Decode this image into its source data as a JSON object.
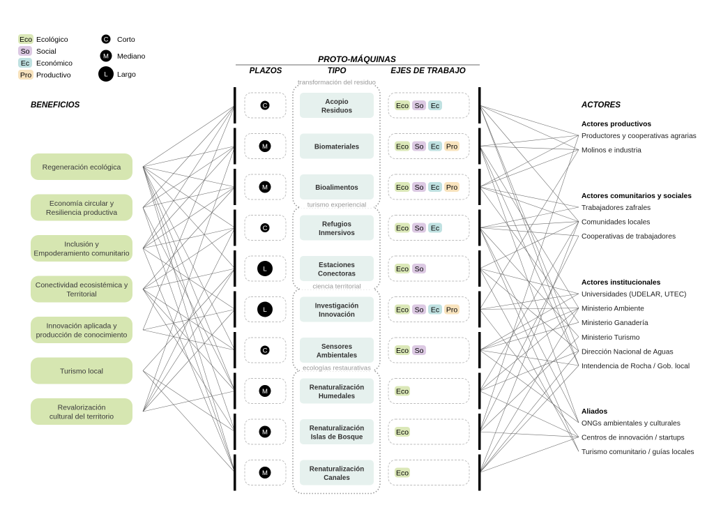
{
  "colors": {
    "eco": "#dbe8b8",
    "so": "#dcc9e3",
    "ec": "#bfe1e1",
    "pro": "#f8e3bd",
    "benefit_fill": "#d6e6b1",
    "tipo_fill": "#e6f1ee",
    "line": "#555555"
  },
  "legend": {
    "ejes": [
      {
        "code": "Eco",
        "label": "Ecológico"
      },
      {
        "code": "So",
        "label": "Social"
      },
      {
        "code": "Ec",
        "label": "Económico"
      },
      {
        "code": "Pro",
        "label": "Productivo"
      }
    ],
    "plazos": [
      {
        "code": "C",
        "label": "Corto"
      },
      {
        "code": "M",
        "label": "Mediano"
      },
      {
        "code": "L",
        "label": "Largo"
      }
    ]
  },
  "headers": {
    "proto": "PROTO-MÁQUINAS",
    "plazos": "PLAZOS",
    "tipo": "TIPO",
    "ejes": "EJES DE TRABAJO",
    "beneficios": "BENEFICIOS",
    "actores": "ACTORES"
  },
  "groups": [
    "transformación del residuo",
    "turismo experiencial",
    "ciencia territorial",
    "ecologías restaurativas"
  ],
  "beneficios": [
    [
      "Regeneración ecológica"
    ],
    [
      "Economía circular y",
      "Resiliencia productiva"
    ],
    [
      "Inclusión y",
      "Empoderamiento comunitario"
    ],
    [
      "Conectividad ecosistémica y",
      "Territorial"
    ],
    [
      "Innovación aplicada y",
      "producción de conocimiento"
    ],
    [
      "Turismo local"
    ],
    [
      "Revalorización",
      "cultural del territorio"
    ]
  ],
  "maquinas": [
    {
      "tipo": [
        "Acopio",
        "Residuos"
      ],
      "plazo": "C",
      "ejes": [
        "Eco",
        "So",
        "Ec"
      ]
    },
    {
      "tipo": [
        "Biomateriales"
      ],
      "plazo": "M",
      "ejes": [
        "Eco",
        "So",
        "Ec",
        "Pro"
      ]
    },
    {
      "tipo": [
        "Bioalimentos"
      ],
      "plazo": "M",
      "ejes": [
        "Eco",
        "So",
        "Ec",
        "Pro"
      ]
    },
    {
      "tipo": [
        "Refugios",
        "Inmersivos"
      ],
      "plazo": "C",
      "ejes": [
        "Eco",
        "So",
        "Ec"
      ]
    },
    {
      "tipo": [
        "Estaciones",
        "Conectoras"
      ],
      "plazo": "L",
      "ejes": [
        "Eco",
        "So"
      ]
    },
    {
      "tipo": [
        "Investigación",
        "Innovación"
      ],
      "plazo": "L",
      "ejes": [
        "Eco",
        "So",
        "Ec",
        "Pro"
      ]
    },
    {
      "tipo": [
        "Sensores",
        "Ambientales"
      ],
      "plazo": "C",
      "ejes": [
        "Eco",
        "So"
      ]
    },
    {
      "tipo": [
        "Renaturalización",
        "Humedales"
      ],
      "plazo": "M",
      "ejes": [
        "Eco"
      ]
    },
    {
      "tipo": [
        "Renaturalización",
        "Islas de Bosque"
      ],
      "plazo": "M",
      "ejes": [
        "Eco"
      ]
    },
    {
      "tipo": [
        "Renaturalización",
        "Canales"
      ],
      "plazo": "M",
      "ejes": [
        "Eco"
      ]
    }
  ],
  "actores": [
    {
      "title": "Actores productivos",
      "items": [
        "Productores y cooperativas agrarias",
        "Molinos e industria"
      ]
    },
    {
      "title": "Actores comunitarios y sociales",
      "items": [
        "Trabajadores zafrales",
        "Comunidades locales",
        "Cooperativas de trabajadores"
      ]
    },
    {
      "title": "Actores institucionales",
      "items": [
        "Universidades (UDELAR, UTEC)",
        "Ministerio Ambiente",
        "Ministerio Ganadería",
        "Ministerio Turismo",
        "Dirección Nacional de Aguas",
        "Intendencia de Rocha / Gob. local"
      ]
    },
    {
      "title": "Aliados",
      "items": [
        "ONGs ambientales y culturales",
        "Centros de innovación / startups",
        "Turismo comunitario / guías locales"
      ]
    }
  ],
  "links_left": [
    [
      0,
      0
    ],
    [
      1,
      0
    ],
    [
      2,
      0
    ],
    [
      4,
      0
    ],
    [
      0,
      1
    ],
    [
      1,
      1
    ],
    [
      2,
      1
    ],
    [
      6,
      1
    ],
    [
      0,
      2
    ],
    [
      1,
      2
    ],
    [
      2,
      2
    ],
    [
      3,
      2
    ],
    [
      0,
      3
    ],
    [
      2,
      3
    ],
    [
      3,
      3
    ],
    [
      6,
      3
    ],
    [
      0,
      4
    ],
    [
      3,
      4
    ],
    [
      5,
      4
    ],
    [
      6,
      4
    ],
    [
      2,
      5
    ],
    [
      4,
      5
    ],
    [
      6,
      5
    ],
    [
      0,
      6
    ],
    [
      3,
      6
    ],
    [
      4,
      6
    ],
    [
      0,
      7
    ],
    [
      1,
      7
    ],
    [
      3,
      7
    ],
    [
      6,
      7
    ],
    [
      0,
      8
    ],
    [
      3,
      8
    ],
    [
      5,
      8
    ],
    [
      0,
      9
    ],
    [
      1,
      9
    ],
    [
      2,
      9
    ],
    [
      5,
      9
    ]
  ],
  "links_right": [
    [
      0,
      0
    ],
    [
      0,
      1
    ],
    [
      0,
      3
    ],
    [
      0,
      9
    ],
    [
      0,
      10
    ],
    [
      1,
      0
    ],
    [
      1,
      1
    ],
    [
      1,
      6
    ],
    [
      1,
      10
    ],
    [
      1,
      11
    ],
    [
      2,
      0
    ],
    [
      2,
      1
    ],
    [
      2,
      2
    ],
    [
      2,
      3
    ],
    [
      2,
      7
    ],
    [
      3,
      2
    ],
    [
      3,
      3
    ],
    [
      3,
      4
    ],
    [
      3,
      8
    ],
    [
      3,
      13
    ],
    [
      3,
      11
    ],
    [
      4,
      3
    ],
    [
      4,
      5
    ],
    [
      4,
      9
    ],
    [
      4,
      13
    ],
    [
      5,
      1
    ],
    [
      5,
      5
    ],
    [
      5,
      6
    ],
    [
      5,
      12
    ],
    [
      6,
      5
    ],
    [
      6,
      6
    ],
    [
      6,
      7
    ],
    [
      6,
      10
    ],
    [
      6,
      11
    ],
    [
      7,
      3
    ],
    [
      7,
      6
    ],
    [
      7,
      9
    ],
    [
      7,
      12
    ],
    [
      8,
      0
    ],
    [
      8,
      4
    ],
    [
      8,
      8
    ],
    [
      8,
      12
    ],
    [
      9,
      3
    ],
    [
      9,
      6
    ],
    [
      9,
      9
    ],
    [
      9,
      10
    ],
    [
      9,
      12
    ]
  ]
}
